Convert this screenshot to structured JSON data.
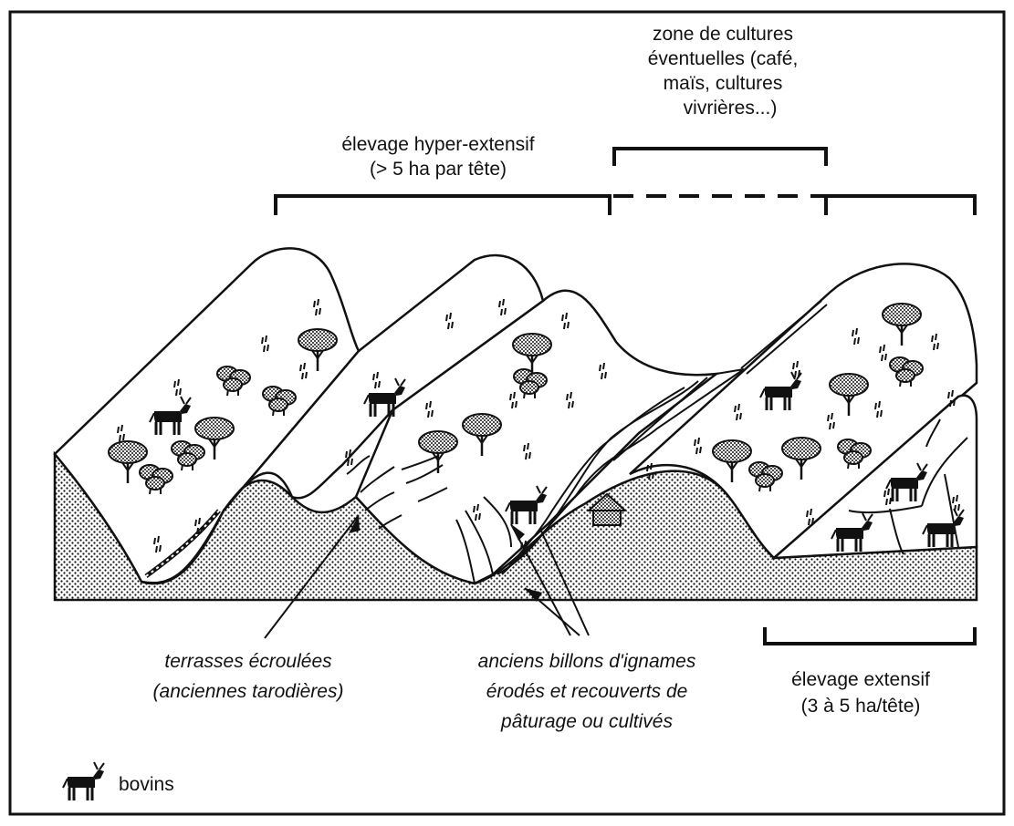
{
  "zones": {
    "cultures": [
      "zone de cultures",
      "éventuelles (café,",
      "maïs, cultures",
      "vivrières...)"
    ],
    "hyper_extensif": [
      "élevage hyper-extensif",
      "(> 5 ha par tête)"
    ],
    "extensif": [
      "élevage extensif",
      "(3 à 5 ha/tête)"
    ]
  },
  "annotations": {
    "terrasses": [
      "terrasses écroulées",
      "(anciennes tarodières)"
    ],
    "billons": [
      "anciens billons d'ignames",
      "érodés et recouverts de",
      "pâturage ou cultivés"
    ]
  },
  "legend": {
    "label": "bovins",
    "icon": "cattle-icon"
  },
  "colors": {
    "ink": "#111111",
    "stipple": "#111111",
    "paper": "#ffffff"
  }
}
